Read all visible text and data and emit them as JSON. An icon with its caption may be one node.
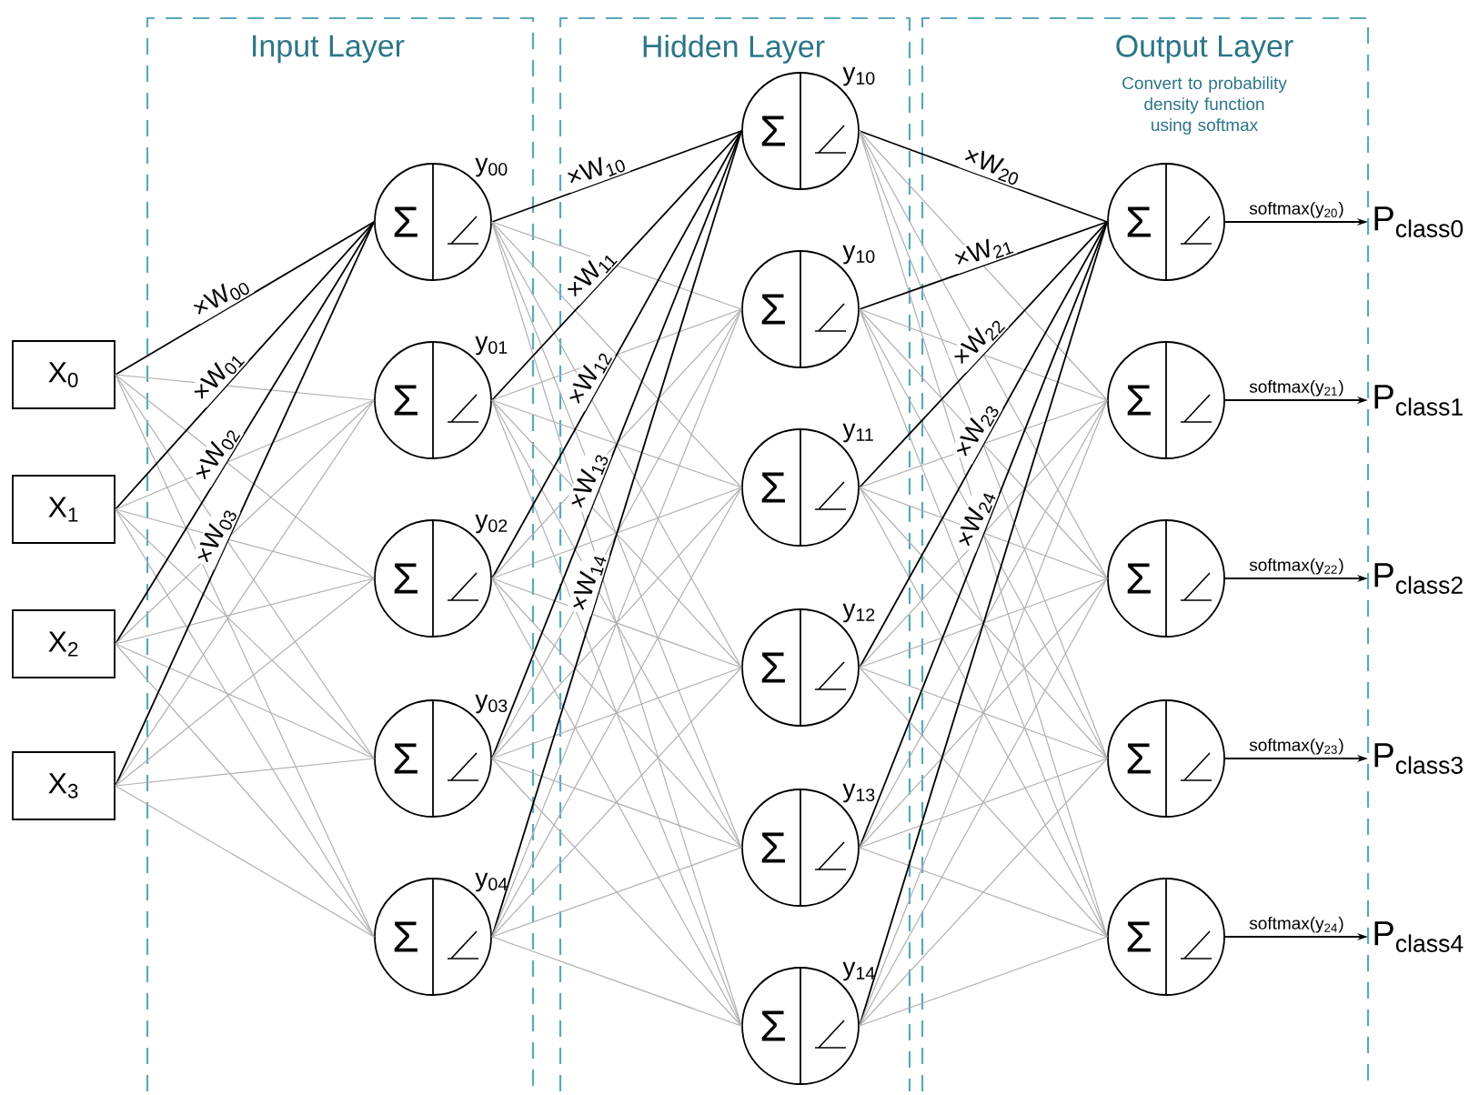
{
  "diagram": {
    "nodes": [
      {
        "text": [
          "Input Layer"
        ]
      },
      {
        "text": [
          "Hidden Layer"
        ]
      },
      {
        "text": [
          "Output Layer",
          "Convert to probability density function using softmax"
        ]
      },
      {
        "text": [
          "X$_{0}$"
        ]
      },
      {
        "text": [
          "X$_{1}$"
        ]
      },
      {
        "text": [
          "X$_{2}$"
        ]
      },
      {
        "text": [
          "X$_{3}$"
        ]
      },
      {
        "text": [
          "Σ"
        ],
        "in": 0,
        "beside": [
          "y$_{00}$"
        ]
      },
      {
        "text": [
          "Σ"
        ],
        "in": 0,
        "beside": [
          "y$_{01}$"
        ]
      },
      {
        "text": [
          "Σ"
        ],
        "in": 0,
        "beside": [
          "y$_{02}$"
        ]
      },
      {
        "text": [
          "Σ"
        ],
        "in": 0,
        "beside": [
          "y$_{03}$"
        ]
      },
      {
        "text": [
          "Σ"
        ],
        "in": 0,
        "beside": [
          "y$_{04}$"
        ]
      },
      {
        "text": [
          "Σ"
        ],
        "in": 1,
        "beside": [
          "y$_{10}$"
        ]
      },
      {
        "text": [
          "Σ"
        ],
        "in": 1,
        "beside": [
          "y$_{10}$"
        ]
      },
      {
        "text": [
          "Σ"
        ],
        "in": 1,
        "beside": [
          "y$_{11}$"
        ]
      },
      {
        "text": [
          "Σ"
        ],
        "in": 1,
        "beside": [
          "y$_{12}$"
        ]
      },
      {
        "text": [
          "Σ"
        ],
        "in": 1,
        "beside": [
          "y$_{13}$"
        ]
      },
      {
        "text": [
          "Σ"
        ],
        "in": 1,
        "beside": [
          "y$_{14}$"
        ]
      },
      {
        "text": [
          "Σ"
        ],
        "in": 2
      },
      {
        "text": [
          "Σ"
        ],
        "in": 2
      },
      {
        "text": [
          "Σ"
        ],
        "in": 2
      },
      {
        "text": [
          "Σ"
        ],
        "in": 2
      },
      {
        "text": [
          "Σ"
        ],
        "in": 2
      },
      {
        "text": [
          "P$_{class0}$"
        ]
      },
      {
        "text": [
          "P$_{class1}$"
        ]
      },
      {
        "text": [
          "P$_{class2}$"
        ]
      },
      {
        "text": [
          "P$_{class3}$"
        ]
      },
      {
        "text": [
          "P$_{class4}$"
        ]
      }
    ],
    "edges": [
      {
        "from": 3,
        "to": 7,
        "arrow": "none",
        "label": "×W$_{00}$",
        "color": "#000000"
      },
      {
        "from": 3,
        "to": 8,
        "arrow": "none"
      },
      {
        "from": 3,
        "to": 9,
        "arrow": "none"
      },
      {
        "from": 3,
        "to": 10,
        "arrow": "none"
      },
      {
        "from": 3,
        "to": 11,
        "arrow": "none"
      },
      {
        "from": 4,
        "to": 7,
        "arrow": "none",
        "label": "×W$_{01}$",
        "color": "#000000"
      },
      {
        "from": 4,
        "to": 8,
        "arrow": "none"
      },
      {
        "from": 4,
        "to": 9,
        "arrow": "none"
      },
      {
        "from": 4,
        "to": 10,
        "arrow": "none"
      },
      {
        "from": 4,
        "to": 11,
        "arrow": "none"
      },
      {
        "from": 5,
        "to": 7,
        "arrow": "none",
        "label": "×W$_{02}$",
        "color": "#000000"
      },
      {
        "from": 5,
        "to": 8,
        "arrow": "none"
      },
      {
        "from": 5,
        "to": 9,
        "arrow": "none"
      },
      {
        "from": 5,
        "to": 10,
        "arrow": "none"
      },
      {
        "from": 5,
        "to": 11,
        "arrow": "none"
      },
      {
        "from": 6,
        "to": 7,
        "arrow": "none",
        "label": "×W$_{03}$",
        "color": "#000000"
      },
      {
        "from": 6,
        "to": 8,
        "arrow": "none"
      },
      {
        "from": 6,
        "to": 9,
        "arrow": "none"
      },
      {
        "from": 6,
        "to": 10,
        "arrow": "none"
      },
      {
        "from": 6,
        "to": 11,
        "arrow": "none"
      },
      {
        "from": 7,
        "to": 12,
        "arrow": "none",
        "label": "×W$_{10}$",
        "color": "#000000"
      },
      {
        "from": 7,
        "to": 13,
        "arrow": "none"
      },
      {
        "from": 7,
        "to": 14,
        "arrow": "none"
      },
      {
        "from": 7,
        "to": 15,
        "arrow": "none"
      },
      {
        "from": 7,
        "to": 16,
        "arrow": "none"
      },
      {
        "from": 7,
        "to": 17,
        "arrow": "none"
      },
      {
        "from": 8,
        "to": 12,
        "arrow": "none",
        "label": "×W$_{11}$",
        "color": "#000000"
      },
      {
        "from": 8,
        "to": 13,
        "arrow": "none"
      },
      {
        "from": 8,
        "to": 14,
        "arrow": "none"
      },
      {
        "from": 8,
        "to": 15,
        "arrow": "none"
      },
      {
        "from": 8,
        "to": 16,
        "arrow": "none"
      },
      {
        "from": 8,
        "to": 17,
        "arrow": "none"
      },
      {
        "from": 9,
        "to": 12,
        "arrow": "none",
        "label": "×W$_{12}$",
        "color": "#000000"
      },
      {
        "from": 9,
        "to": 13,
        "arrow": "none"
      },
      {
        "from": 9,
        "to": 14,
        "arrow": "none"
      },
      {
        "from": 9,
        "to": 15,
        "arrow": "none"
      },
      {
        "from": 9,
        "to": 16,
        "arrow": "none"
      },
      {
        "from": 9,
        "to": 17,
        "arrow": "none"
      },
      {
        "from": 10,
        "to": 12,
        "arrow": "none",
        "label": "×W$_{13}$",
        "color": "#000000"
      },
      {
        "from": 10,
        "to": 13,
        "arrow": "none"
      },
      {
        "from": 10,
        "to": 14,
        "arrow": "none"
      },
      {
        "from": 10,
        "to": 15,
        "arrow": "none"
      },
      {
        "from": 10,
        "to": 16,
        "arrow": "none"
      },
      {
        "from": 10,
        "to": 17,
        "arrow": "none"
      },
      {
        "from": 11,
        "to": 12,
        "arrow": "none",
        "label": "×W$_{14}$",
        "color": "#000000"
      },
      {
        "from": 11,
        "to": 13,
        "arrow": "none"
      },
      {
        "from": 11,
        "to": 14,
        "arrow": "none"
      },
      {
        "from": 11,
        "to": 15,
        "arrow": "none"
      },
      {
        "from": 11,
        "to": 16,
        "arrow": "none"
      },
      {
        "from": 11,
        "to": 17,
        "arrow": "none"
      },
      {
        "from": 12,
        "to": 18,
        "arrow": "none",
        "label": "×W$_{20}$",
        "color": "#000000"
      },
      {
        "from": 12,
        "to": 19,
        "arrow": "none"
      },
      {
        "from": 12,
        "to": 20,
        "arrow": "none"
      },
      {
        "from": 12,
        "to": 21,
        "arrow": "none"
      },
      {
        "from": 12,
        "to": 22,
        "arrow": "none"
      },
      {
        "from": 13,
        "to": 18,
        "arrow": "none",
        "label": "×W$_{21}$",
        "color": "#000000"
      },
      {
        "from": 13,
        "to": 19,
        "arrow": "none"
      },
      {
        "from": 13,
        "to": 20,
        "arrow": "none"
      },
      {
        "from": 13,
        "to": 21,
        "arrow": "none"
      },
      {
        "from": 13,
        "to": 22,
        "arrow": "none"
      },
      {
        "from": 14,
        "to": 18,
        "arrow": "none",
        "label": "×W$_{22}$",
        "color": "#000000"
      },
      {
        "from": 14,
        "to": 19,
        "arrow": "none"
      },
      {
        "from": 14,
        "to": 20,
        "arrow": "none"
      },
      {
        "from": 14,
        "to": 21,
        "arrow": "none"
      },
      {
        "from": 14,
        "to": 22,
        "arrow": "none"
      },
      {
        "from": 15,
        "to": 18,
        "arrow": "none",
        "label": "×W$_{23}$",
        "color": "#000000"
      },
      {
        "from": 15,
        "to": 19,
        "arrow": "none"
      },
      {
        "from": 15,
        "to": 20,
        "arrow": "none"
      },
      {
        "from": 15,
        "to": 21,
        "arrow": "none"
      },
      {
        "from": 15,
        "to": 22,
        "arrow": "none"
      },
      {
        "from": 16,
        "to": 18,
        "arrow": "none",
        "label": "×W$_{24}$",
        "color": "#000000"
      },
      {
        "from": 16,
        "to": 19,
        "arrow": "none"
      },
      {
        "from": 16,
        "to": 20,
        "arrow": "none"
      },
      {
        "from": 16,
        "to": 21,
        "arrow": "none"
      },
      {
        "from": 16,
        "to": 22,
        "arrow": "none"
      },
      {
        "from": 17,
        "to": 18,
        "arrow": "none",
        "color": "#000000"
      },
      {
        "from": 17,
        "to": 19,
        "arrow": "none"
      },
      {
        "from": 17,
        "to": 20,
        "arrow": "none"
      },
      {
        "from": 17,
        "to": 21,
        "arrow": "none"
      },
      {
        "from": 17,
        "to": 22,
        "arrow": "none"
      },
      {
        "from": 18,
        "to": 23,
        "arrow": "to",
        "label": "softmax(y$_{20}$)",
        "color": "#000000"
      },
      {
        "from": 19,
        "to": 24,
        "arrow": "to",
        "label": "softmax(y$_{21}$)",
        "color": "#000000"
      },
      {
        "from": 20,
        "to": 25,
        "arrow": "to",
        "label": "softmax(y$_{22}$)",
        "color": "#000000"
      },
      {
        "from": 21,
        "to": 26,
        "arrow": "to",
        "label": "softmax(y$_{23}$)",
        "color": "#000000"
      },
      {
        "from": 22,
        "to": 27,
        "arrow": "to",
        "label": "softmax(y$_{24}$)",
        "color": "#000000"
      }
    ]
  }
}
